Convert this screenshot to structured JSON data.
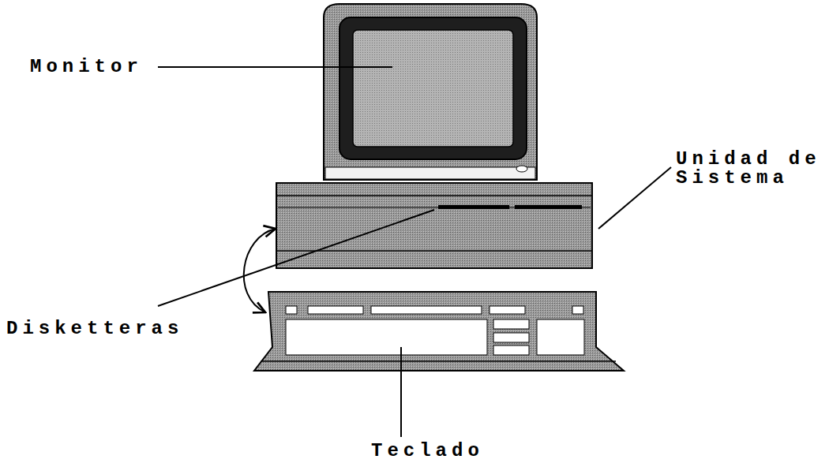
{
  "diagram": {
    "labels": [
      "Monitor",
      "Unidad de Sistema",
      "Disketteras",
      "Teclado"
    ]
  }
}
